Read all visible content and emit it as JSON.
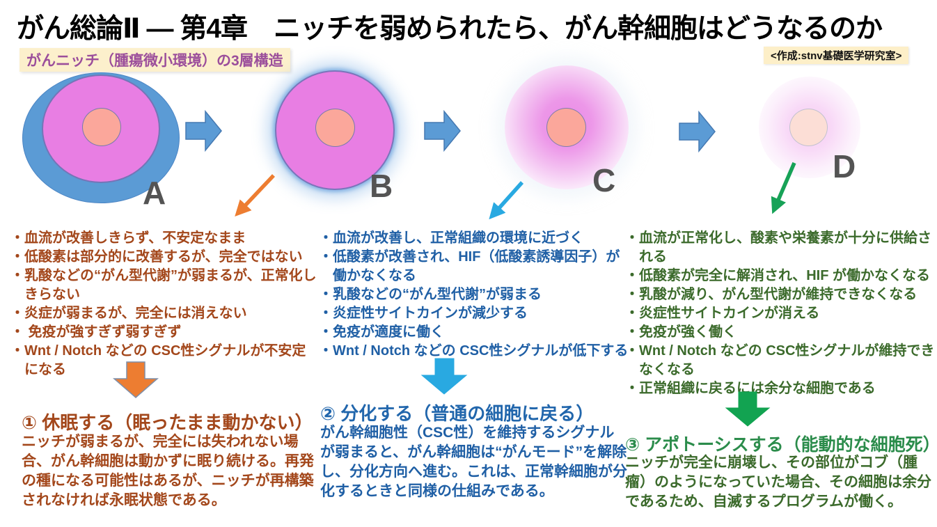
{
  "header": {
    "title": "がん総論Ⅱ — 第4章　ニッチを弱められたら、がん幹細胞はどうなるのか",
    "subtitle_badge": "がんニッチ（腫瘍微小環境）の3層構造",
    "credit_badge": "<作成:stnv基礎医学研究室>"
  },
  "stages": [
    {
      "label": "A",
      "description": "3-layer niche intact"
    },
    {
      "label": "B",
      "description": "outer blood-vessel layer lost, glow remains"
    },
    {
      "label": "C",
      "description": "niche fading"
    },
    {
      "label": "D",
      "description": "niche almost gone"
    }
  ],
  "columns": [
    {
      "bullets": [
        "・血流が改善しきらず、不安定なまま",
        "・低酸素は部分的に改善するが、完全ではない",
        "・乳酸などの“がん型代謝”が弱まるが、正常化しきらない",
        "・炎症が弱まるが、完全には消えない",
        "・ 免疫が強すぎず弱すぎず",
        "・Wnt / Notch などの CSC性シグナルが不安定になる"
      ],
      "heading": "① 休眠する（眠ったまま動かない）",
      "body": "ニッチが弱まるが、完全には失われない場合、がん幹細胞は動かずに眠り続ける。再発の種になる可能性はあるが、ニッチが再構築されなければ永眠状態である。",
      "text_color": "#A3471B",
      "arrow_color": "#ED7D31"
    },
    {
      "bullets": [
        "・血流が改善し、正常組織の環境に近づく",
        "・低酸素が改善され、HIF（低酸素誘導因子）が働かなくなる",
        "・乳酸などの“がん型代謝”が弱まる",
        "・炎症性サイトカインが減少する",
        "・免疫が適度に働く",
        "・Wnt / Notch などの CSC性シグナルが低下する"
      ],
      "heading": "② 分化する（普通の細胞に戻る）",
      "body": "がん幹細胞性（CSC性）を維持するシグナルが弱まると、がん幹細胞は“がんモード”を解除し、分化方向へ進む。これは、正常幹細胞が分化するときと同様の仕組みである。",
      "text_color": "#1F5FA5",
      "arrow_color": "#29A9E1"
    },
    {
      "bullets": [
        "・血流が正常化し、酸素や栄養素が十分に供給される",
        "・低酸素が完全に解消され、HIF が働かなくなる",
        "・乳酸が減り、がん型代謝が維持できなくなる",
        "・炎症性サイトカインが消える",
        "・免疫が強く働く",
        "・Wnt / Notch などの CSC性シグナルが維持できなくなる",
        "・正常組織に戻るには余分な細胞である"
      ],
      "heading": "③ アポトーシスする（能動的な細胞死）",
      "body": "ニッチが完全に崩壊し、その部位がコブ（腫瘤）のようになっていた場合、その細胞は余分であるため、自滅するプログラムが働く。",
      "text_color": "#3B6A2B",
      "arrow_color": "#12A351"
    }
  ],
  "colors": {
    "stage_arrow_blue": "#5B9BD5",
    "niche_outer_blue": "#5B9BD5",
    "niche_middle_magenta": "#E87EE3",
    "csc_core_salmon": "#FBA79B",
    "stage_label_gray": "#545454",
    "diagonal_orange": "#ED7D31",
    "diagonal_cyan": "#29A9E1",
    "diagonal_green": "#17A257"
  }
}
